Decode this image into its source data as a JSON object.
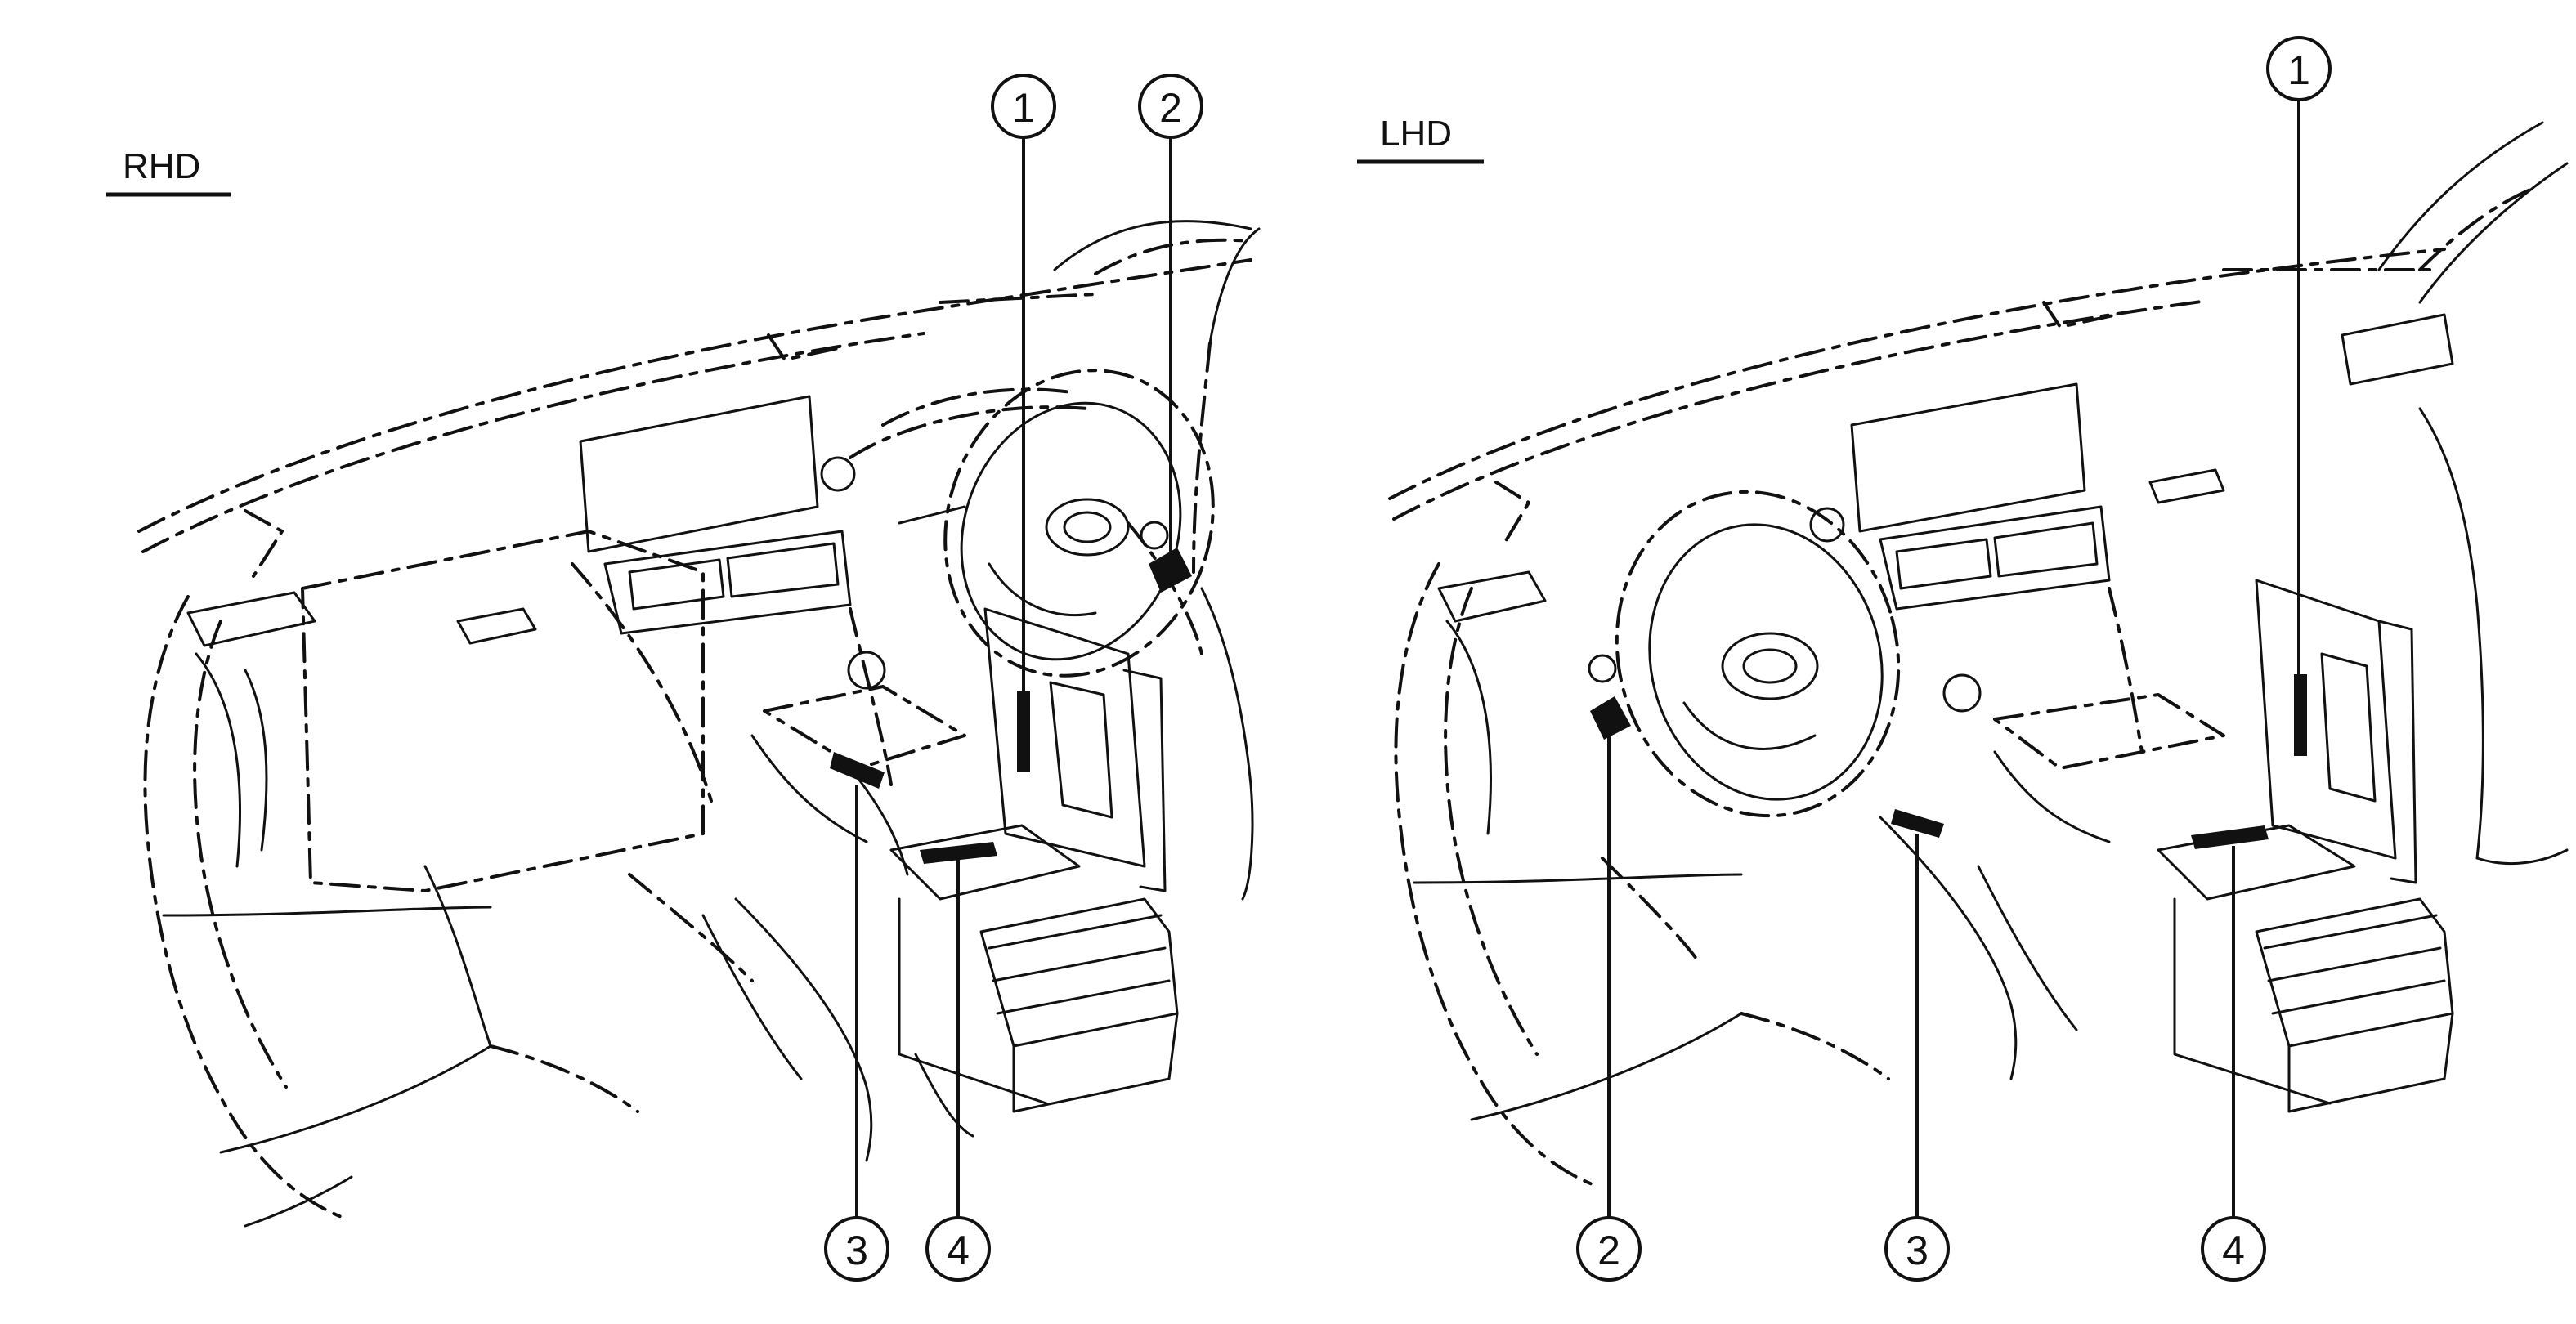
{
  "panels": [
    {
      "id": "rhd",
      "label": "RHD",
      "callouts": [
        "1",
        "2",
        "3",
        "4"
      ]
    },
    {
      "id": "lhd",
      "label": "LHD",
      "callouts": [
        "1",
        "2",
        "3",
        "4"
      ]
    }
  ],
  "colors": {
    "line": "#111111",
    "background": "#ffffff"
  }
}
